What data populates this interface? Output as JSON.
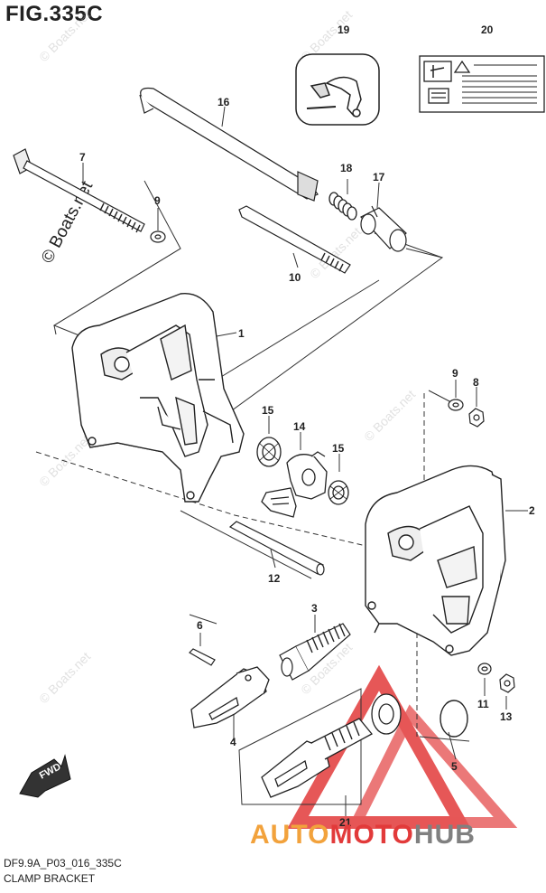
{
  "figure": {
    "title": "FIG.335C",
    "code": "DF9.9A_P03_016_335C",
    "name": "CLAMP BRACKET"
  },
  "watermarks": {
    "copyright_text": "© Boats.net",
    "faint_text": "© Boats.net"
  },
  "callouts": [
    "1",
    "2",
    "3",
    "4",
    "5",
    "6",
    "7",
    "8",
    "9",
    "9",
    "10",
    "11",
    "12",
    "13",
    "14",
    "15",
    "15",
    "16",
    "17",
    "18",
    "19",
    "20",
    "21"
  ],
  "fwd_label": "FWD",
  "logo": {
    "brand": "AUTOMOTOHUB",
    "color_orange": "#f2a23c",
    "color_red": "#e23a3a",
    "color_gray": "#808080"
  }
}
